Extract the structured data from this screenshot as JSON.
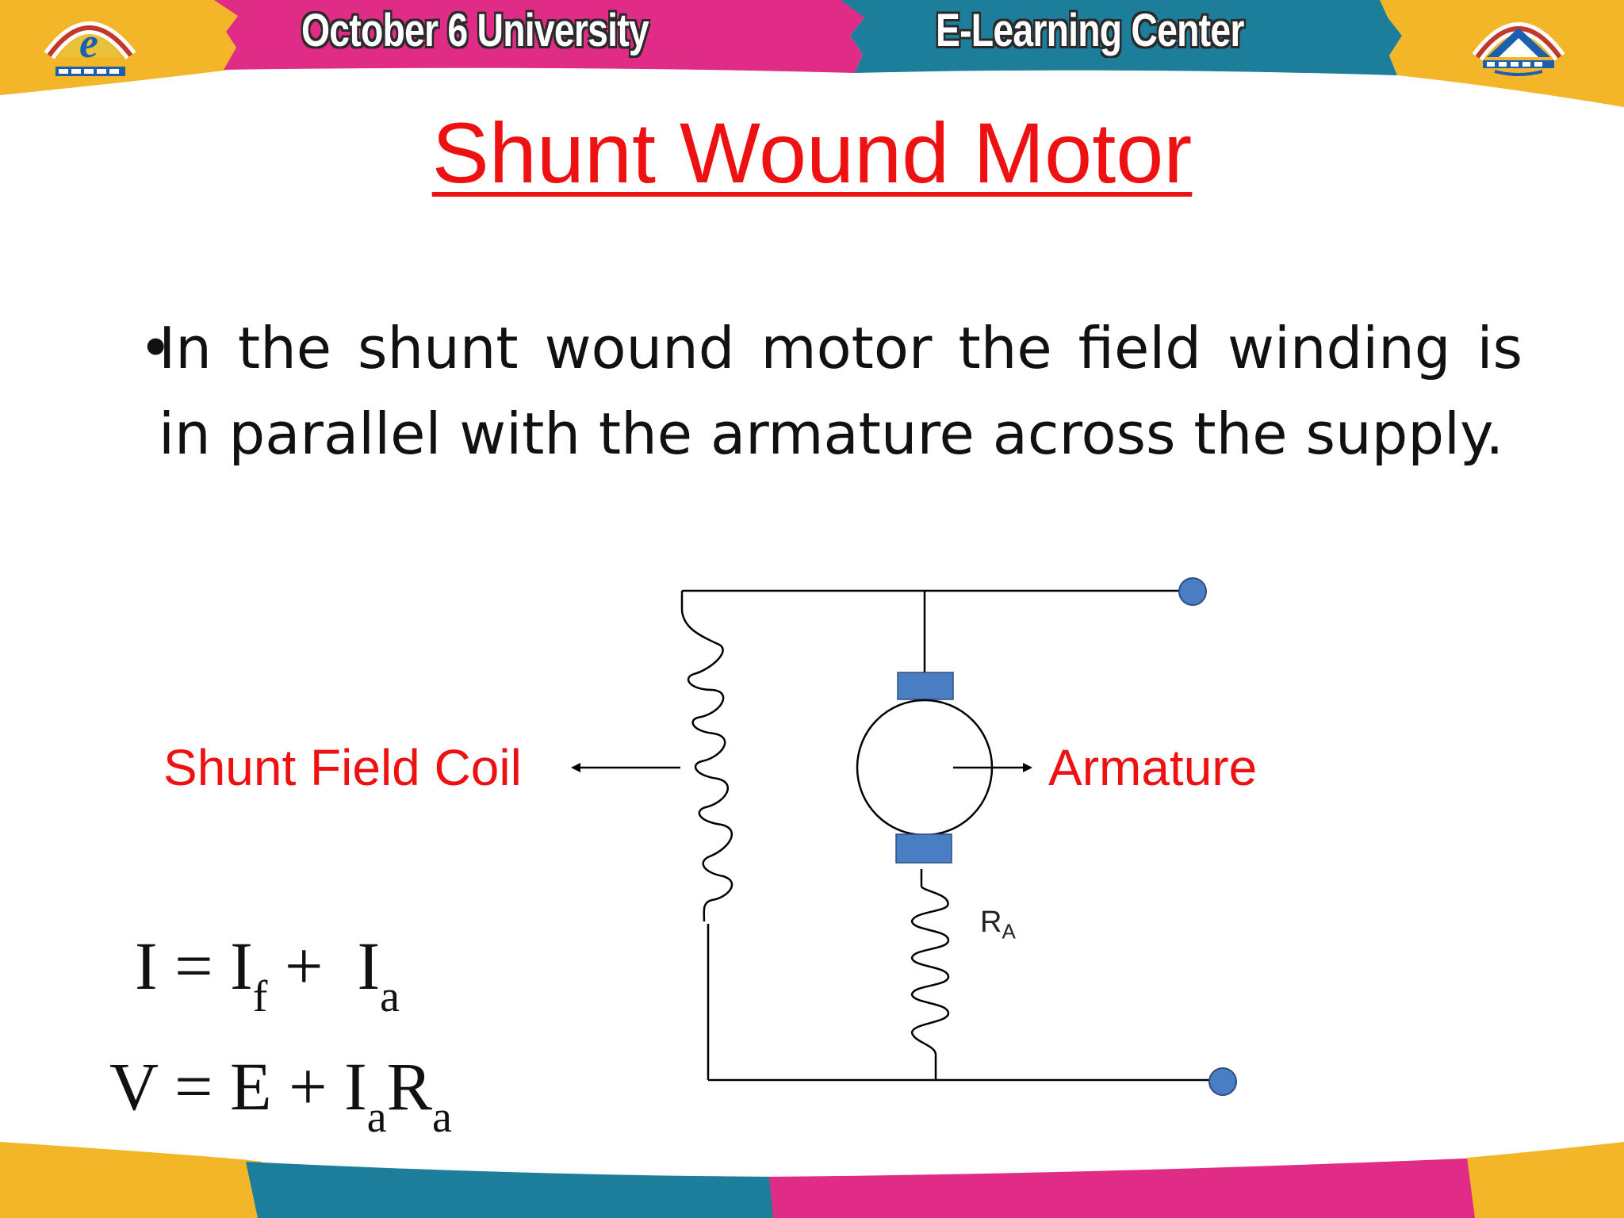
{
  "header": {
    "left_title": "October 6 University",
    "right_title": "E-Learning Center",
    "colors": {
      "gold": "#f2b628",
      "magenta": "#e12c87",
      "teal": "#1c7e9b",
      "title_red": "#ee1111",
      "terminal_blue": "#4a7ec4"
    },
    "left_logo_icon": "e-learning-logo-icon",
    "right_logo_icon": "university-logo-icon"
  },
  "slide": {
    "title": "Shunt Wound Motor",
    "bullet_symbol": "•",
    "bullet_text": "In the shunt wound motor the field winding is in parallel with the armature across the supply."
  },
  "diagram": {
    "label_coil": "Shunt Field Coil",
    "label_armature": "Armature",
    "resistor_label_main": "R",
    "resistor_label_sub": "A"
  },
  "equations": {
    "eq1": {
      "a": "I = I",
      "a_sub": "f",
      "b": " +  I",
      "b_sub": "a"
    },
    "eq2": {
      "a": "V = E + I",
      "a_sub": "a",
      "b": "R",
      "b_sub": "a"
    }
  }
}
